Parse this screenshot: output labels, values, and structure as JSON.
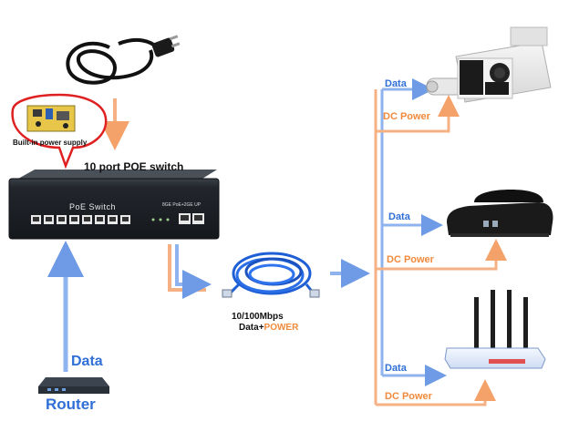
{
  "switch": {
    "title": "10 port POE switch",
    "panel_label": "PoE Switch",
    "uplink_label": "8GE PoE+2GE UP"
  },
  "power_supply": {
    "bubble_label": "Built-in power supply"
  },
  "cable": {
    "speed": "10/100Mbps",
    "data_word": "Data",
    "plus": "+",
    "power_word": "POWER"
  },
  "router": {
    "label": "Router",
    "data_label": "Data"
  },
  "devices": [
    {
      "name": "camera",
      "data_label": "Data",
      "power_label": "DC Power"
    },
    {
      "name": "phone",
      "data_label": "Data",
      "power_label": "DC Power"
    },
    {
      "name": "access-point",
      "data_label": "Data",
      "power_label": "DC Power"
    }
  ],
  "colors": {
    "data": "#2f6fd6",
    "data_arrow": "#8fb3ee",
    "power": "#f08a3c",
    "power_arrow": "#f5b183",
    "switch_body": "#1e2228",
    "bubble_border": "#e02020"
  }
}
